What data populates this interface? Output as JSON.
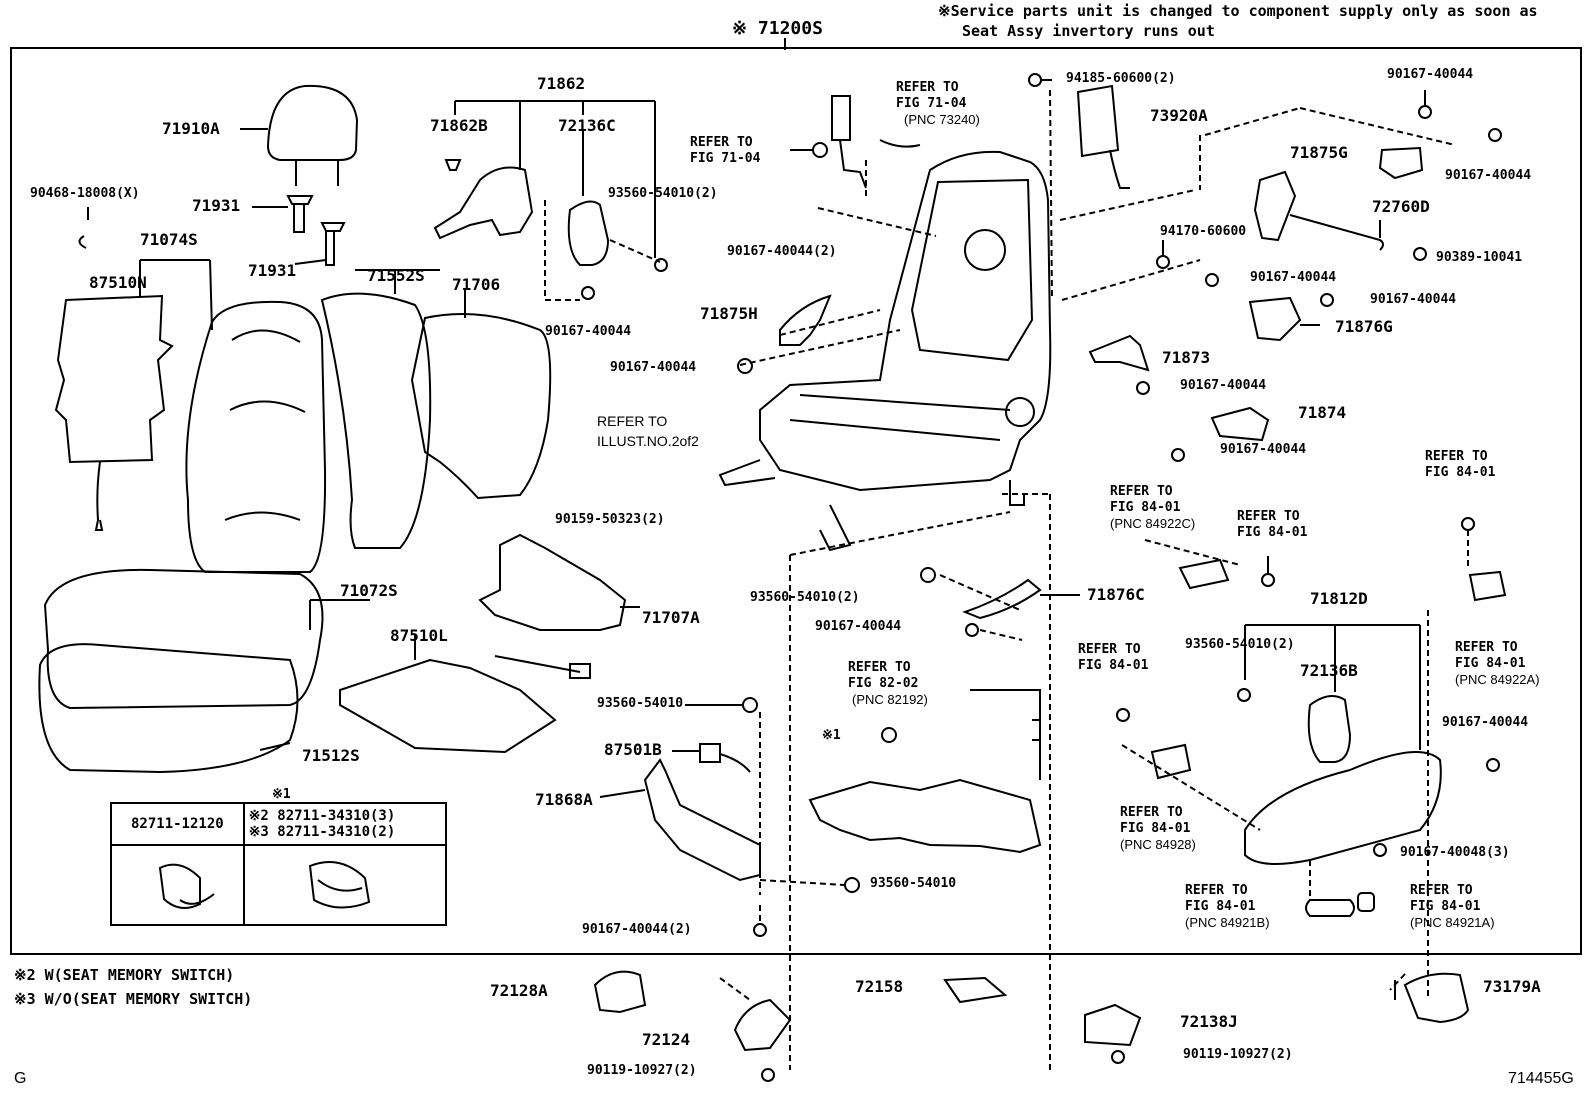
{
  "header": {
    "service_note_line1": "※Service parts unit is changed to component supply only as soon as",
    "service_note_line2": "Seat Assy invertory runs out",
    "assy_label": "※ 71200S"
  },
  "footer": {
    "left_code": "G",
    "right_code": "714455G"
  },
  "notes": {
    "note2": "※2 W(SEAT MEMORY SWITCH)",
    "note3": "※3 W/O(SEAT MEMORY SWITCH)"
  },
  "clip_table": {
    "caption": "※1",
    "col1": "82711-12120",
    "col2_line1": "※2 82711-34310(3)",
    "col2_line2": "※3 82711-34310(2)"
  },
  "refer": {
    "fig7104_a": {
      "line1": "REFER TO",
      "line2": "FIG 71-04",
      "pnc": "(PNC 73240)"
    },
    "fig7104_b": {
      "line1": "REFER TO",
      "line2": "FIG 71-04"
    },
    "illust": {
      "line1": "REFER TO",
      "line2": "ILLUST.NO.2of2"
    },
    "fig8202": {
      "line1": "REFER TO",
      "line2": "FIG 82-02",
      "pnc": "(PNC 82192)"
    },
    "fig8401_c": {
      "line1": "REFER TO",
      "line2": "FIG 84-01",
      "pnc": "(PNC 84922C)"
    },
    "fig8401_plain": {
      "line1": "REFER TO",
      "line2": "FIG 84-01"
    },
    "fig8401_top": {
      "line1": "REFER TO",
      "line2": "FIG 84-01"
    },
    "fig8401_a": {
      "line1": "REFER TO",
      "line2": "FIG 84-01",
      "pnc": "(PNC 84922A)"
    },
    "fig8401_left": {
      "line1": "REFER TO",
      "line2": "FIG 84-01"
    },
    "fig8401_928": {
      "line1": "REFER TO",
      "line2": "FIG 84-01",
      "pnc": "(PNC 84928)"
    },
    "fig8401_b": {
      "line1": "REFER TO",
      "line2": "FIG 84-01",
      "pnc": "(PNC 84921B)"
    },
    "fig8401_921a": {
      "line1": "REFER TO",
      "line2": "FIG 84-01",
      "pnc": "(PNC 84921A)"
    }
  },
  "parts": {
    "p71910A": "71910A",
    "p90468": "90468-18008(X)",
    "p71931a": "71931",
    "p71931b": "71931",
    "p71074S": "71074S",
    "p87510N": "87510N",
    "p71862": "71862",
    "p71862B": "71862B",
    "p72136C": "72136C",
    "p93560_54010_2a": "93560-54010(2)",
    "p90167_a": "90167-40044",
    "p71552S": "71552S",
    "p71706": "71706",
    "p90159": "90159-50323(2)",
    "p71072S": "71072S",
    "p87510L": "87510L",
    "p71707A": "71707A",
    "p71512S": "71512S",
    "p94185": "94185-60600(2)",
    "p73920A": "73920A",
    "p90167_2a": "90167-40044(2)",
    "p71875H": "71875H",
    "p90167_b": "90167-40044",
    "p94170": "94170-60600",
    "p90167_c": "90167-40044",
    "p71875G": "71875G",
    "p90167_d": "90167-40044",
    "p72760D": "72760D",
    "p90389": "90389-10041",
    "p90167_e": "90167-40044",
    "p90167_f": "90167-40044",
    "p71876G": "71876G",
    "p71873": "71873",
    "p90167_g": "90167-40044",
    "p71874": "71874",
    "p90167_h": "90167-40044",
    "p93560_54010_2b": "93560-54010(2)",
    "p71876C": "71876C",
    "p90167_i": "90167-40044",
    "p93560_54010a": "93560-54010",
    "p87501B": "87501B",
    "p71868A": "71868A",
    "p93560_54010b": "93560-54010",
    "p90167_2b": "90167-40044(2)",
    "p71812D": "71812D",
    "p93560_54010_2c": "93560-54010(2)",
    "p72136B": "72136B",
    "p90167_j": "90167-40044",
    "p90167_40048": "90167-40048(3)",
    "p72128A": "72128A",
    "p72124": "72124",
    "p90119_a": "90119-10927(2)",
    "p72158": "72158",
    "p72138J": "72138J",
    "p90119_b": "90119-10927(2)",
    "p73179A": "73179A",
    "mark1": "※1"
  }
}
